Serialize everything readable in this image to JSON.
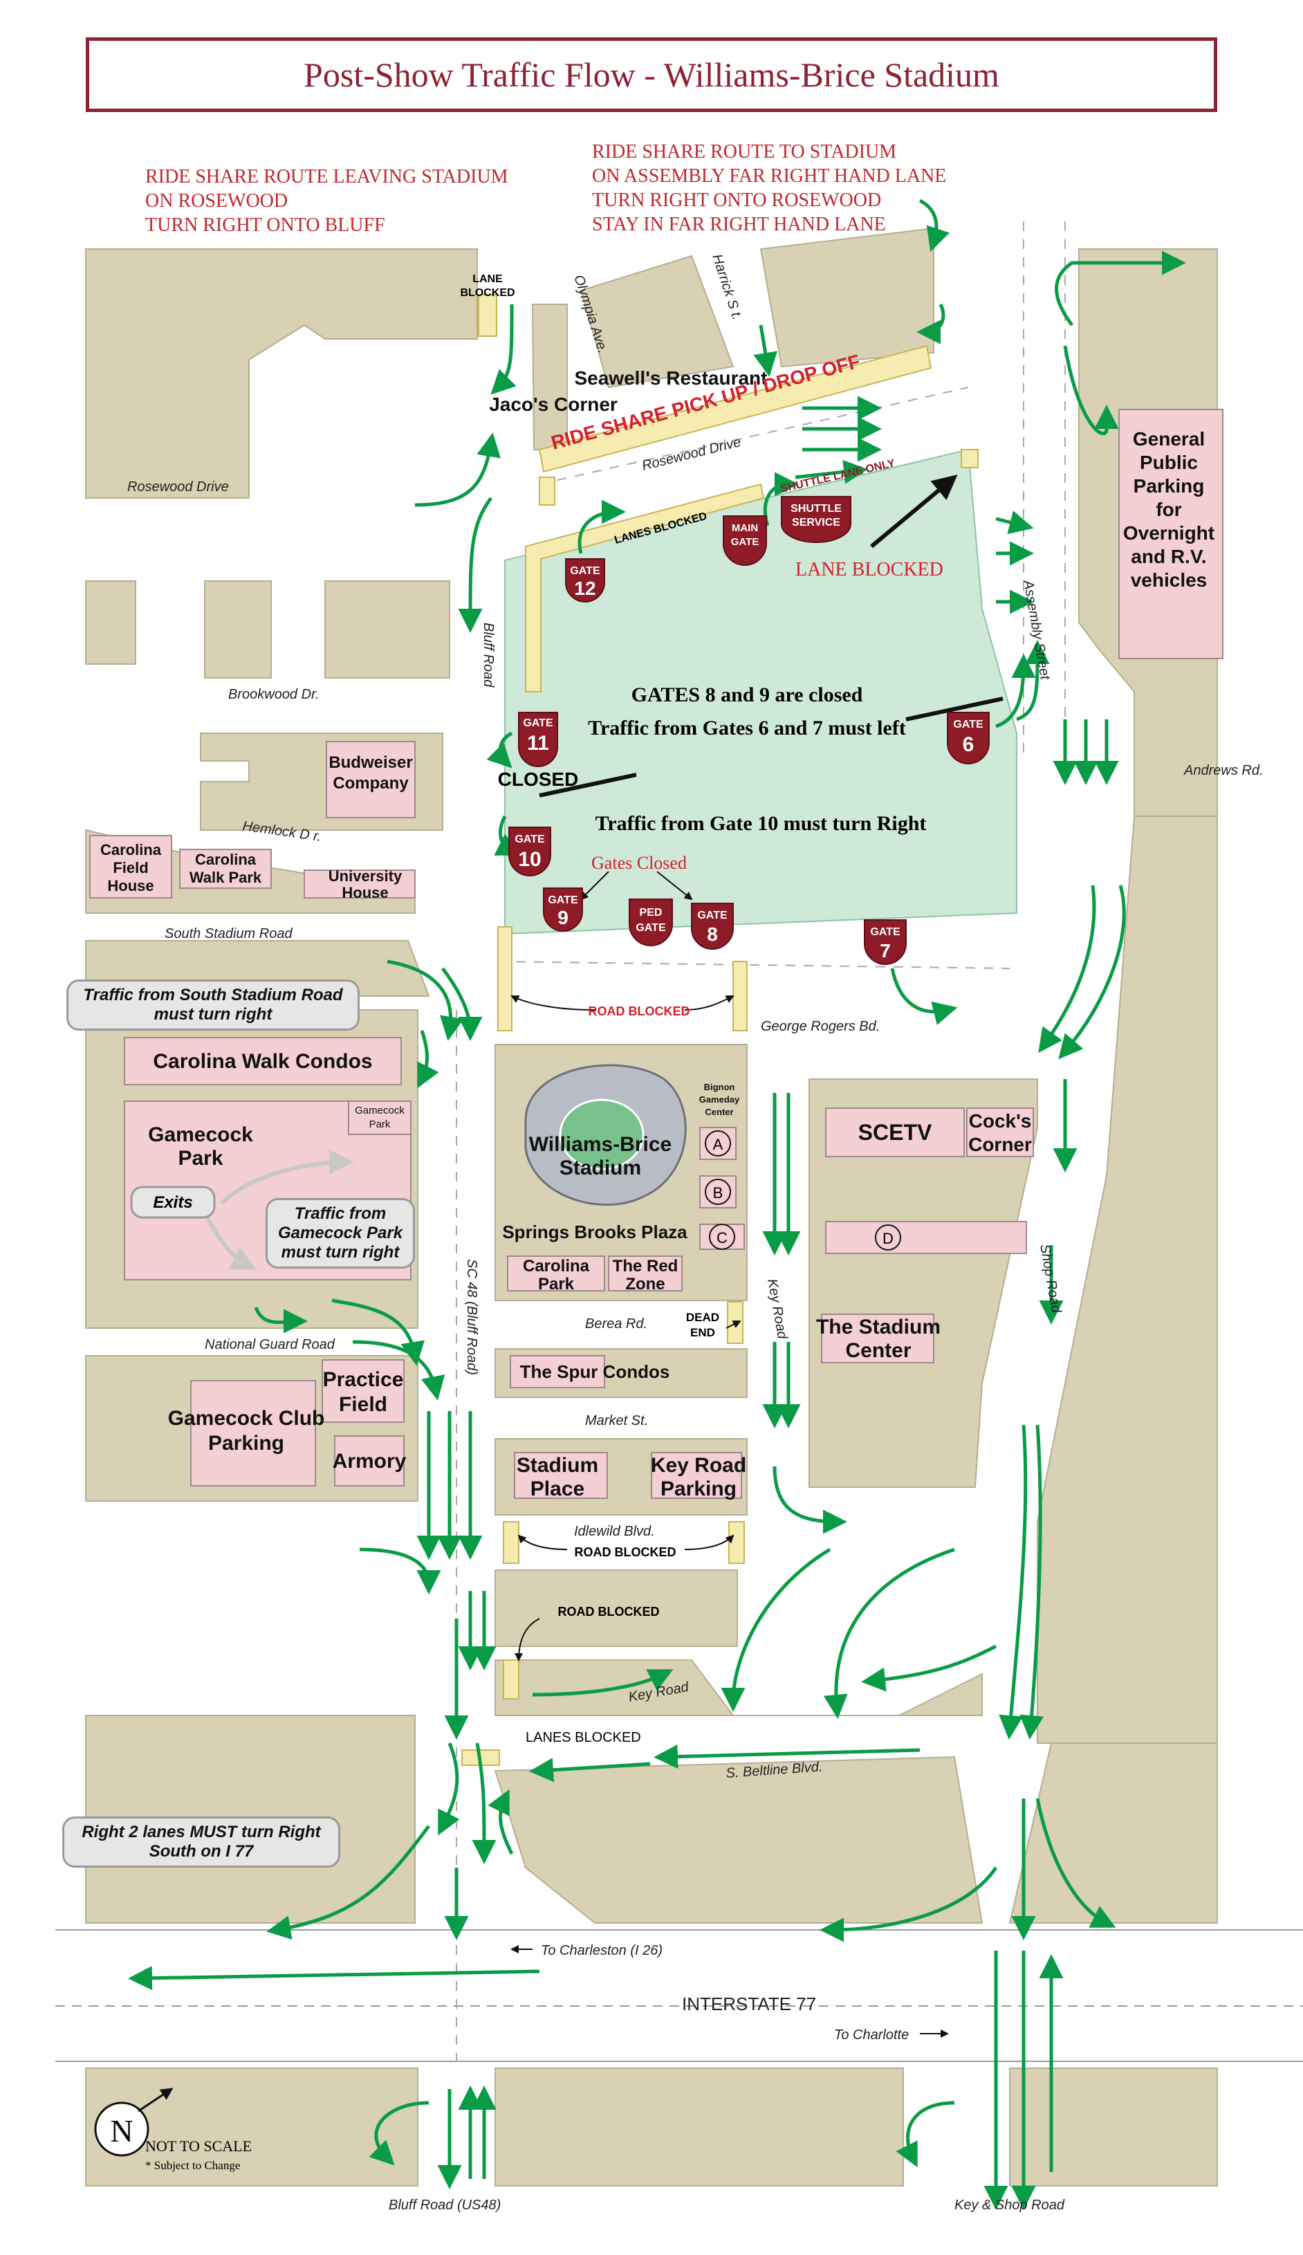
{
  "title": "Post-Show Traffic Flow - Williams-Brice Stadium",
  "ride_share_leaving": [
    "RIDE SHARE ROUTE LEAVING STADIUM",
    "ON ROSEWOOD",
    "TURN RIGHT ONTO BLUFF"
  ],
  "ride_share_to": [
    "RIDE SHARE ROUTE TO STADIUM",
    "ON ASSEMBLY FAR RIGHT HAND LANE",
    "TURN RIGHT ONTO ROSEWOOD",
    "STAY IN FAR RIGHT HAND LANE"
  ],
  "ride_share_zone": "RIDE SHARE PICK UP / DROP OFF",
  "streets": {
    "rosewood_drive": "Rosewood Drive",
    "rosewood_drive_2": "Rosewood  Drive",
    "olympia": "Olympia Ave.",
    "harrick": "Harrick S t.",
    "bluff": "Bluff Road",
    "assembly": "Assembly Street",
    "brookwood": "Brookwood Dr.",
    "hemlock": "Hemlock D  r.",
    "south_stadium": "South Stadium Road",
    "andrews": "Andrews Rd.",
    "george_rogers": "George Rogers Bd.",
    "sc48": "SC 48 (Bluff Road)",
    "key_road": "Key Road",
    "shop_road": "Shop Road",
    "berea": "Berea Rd.",
    "market": "Market St.",
    "idlewild": "Idlewild Blvd.",
    "national_guard": "National Guard Road",
    "key_road_2": "Key Road",
    "beltline": "S. Beltline Blvd.",
    "to_charleston": "To Charleston (I 26)",
    "interstate": "INTERSTATE 77",
    "to_charlotte": "To Charlotte",
    "bluff_us48": "Bluff Road (US48)",
    "key_shop": "Key & Shop Road"
  },
  "places": {
    "jacos": "Jaco's Corner",
    "seawells": "Seawell's Restaurant",
    "general_parking": [
      "General",
      "Public",
      "Parking",
      "for",
      "Overnight",
      "and R.V.",
      "vehicles"
    ],
    "budweiser": [
      "Budweiser",
      "Company"
    ],
    "carolina_field_house": [
      "Carolina",
      "Field",
      "House"
    ],
    "carolina_walk_park": [
      "Carolina",
      "Walk Park"
    ],
    "university_house": [
      "University",
      "House"
    ],
    "carolina_walk_condos": "Carolina Walk Condos",
    "gamecock_park_small": [
      "Gamecock",
      "Park"
    ],
    "gamecock_park": [
      "Gamecock",
      "Park"
    ],
    "stadium": [
      "Williams-Brice",
      "Stadium"
    ],
    "bignon": [
      "Bignon",
      "Gameday",
      "Center"
    ],
    "springs_brooks": "Springs Brooks Plaza",
    "carolina_park": [
      "Carolina",
      "Park"
    ],
    "red_zone": [
      "The Red",
      "Zone"
    ],
    "scetv": "SCETV",
    "cocks_corner": [
      "Cock's",
      "Corner"
    ],
    "stadium_center": [
      "The Stadium",
      "Center"
    ],
    "spur_condos": "The Spur Condos",
    "practice_field": [
      "Practice",
      "Field"
    ],
    "gamecock_club": [
      "Gamecock Club",
      "Parking"
    ],
    "armory": "Armory",
    "stadium_place": [
      "Stadium",
      "Place"
    ],
    "key_road_parking": [
      "Key Road",
      "Parking"
    ]
  },
  "lot_letters": [
    "A",
    "B",
    "C",
    "D"
  ],
  "gates": {
    "g12": [
      "GATE",
      "12"
    ],
    "g11": [
      "GATE",
      "11"
    ],
    "g10": [
      "GATE",
      "10"
    ],
    "g9": [
      "GATE",
      "9"
    ],
    "ped": [
      "PED",
      "GATE"
    ],
    "g8": [
      "GATE",
      "8"
    ],
    "g7": [
      "GATE",
      "7"
    ],
    "g6": [
      "GATE",
      "6"
    ],
    "main": [
      "MAIN",
      "GATE"
    ],
    "shuttle": [
      "SHUTTLE",
      "SERVICE"
    ]
  },
  "notices": {
    "lane_blocked_top": [
      "LANE",
      "BLOCKED"
    ],
    "shuttle_lane_only": "SHUTTLE LANE ONLY",
    "lanes_blocked_rosewood": "LANES  BLOCKED",
    "lane_blocked_red": "LANE BLOCKED",
    "gates_8_9_closed": "GATES 8 and 9 are closed",
    "gates_6_7_left": "Traffic from Gates 6 and 7 must left",
    "closed": "CLOSED",
    "gate_10_right": "Traffic from Gate 10 must turn Right",
    "gates_closed": "Gates Closed",
    "road_blocked_george": "ROAD BLOCKED",
    "road_blocked_idlewild": "ROAD BLOCKED",
    "road_blocked_key": "ROAD BLOCKED",
    "dead_end": [
      "DEAD",
      "END"
    ],
    "lanes_blocked_beltline": "LANES BLOCKED",
    "exits": "Exits"
  },
  "callouts": {
    "south_stadium": [
      "Traffic from South Stadium Road",
      "must turn right"
    ],
    "gamecock_park": [
      "Traffic from",
      "Gamecock Park",
      "must turn right"
    ],
    "right_two_lanes": [
      "Right 2 lanes MUST turn Right",
      "South on I 77"
    ]
  },
  "compass": {
    "letter": "N",
    "scale": "NOT TO SCALE",
    "note": "* Subject to Change"
  },
  "colors": {
    "title_red": "#8c2234",
    "note_red": "#c0282d",
    "block_tan": "#d8d1b4",
    "building_pink": "#f4cfd4",
    "lot_green": "#cfe9d9",
    "gate_maroon": "#8e1b26",
    "route_green": "#0a9b46",
    "barrier_yellow": "#f7ecb0"
  }
}
